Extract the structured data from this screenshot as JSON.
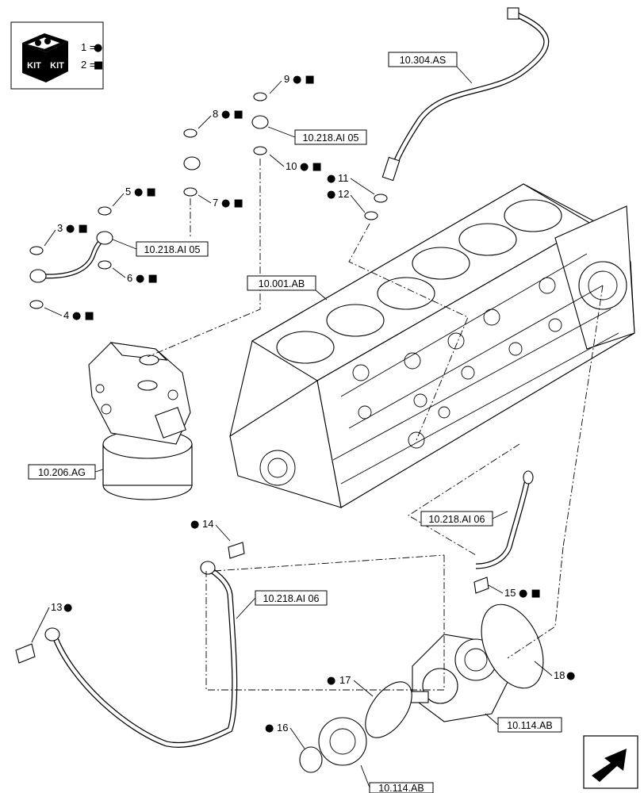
{
  "legend": {
    "kit_text_1": "KIT",
    "kit_text_2": "KIT",
    "entries": [
      {
        "label": "1 =",
        "symbol": "●"
      },
      {
        "label": "2 =",
        "symbol": "■"
      }
    ]
  },
  "references": {
    "r_304_as": "10.304.AS",
    "r_218_ai05_top": "10.218.AI 05",
    "r_218_ai05_mid": "10.218.AI 05",
    "r_001_ab": "10.001.AB",
    "r_206_ag": "10.206.AG",
    "r_218_ai06_right": "10.218.AI 06",
    "r_218_ai06_left": "10.218.AI 06",
    "r_114_ab_right": "10.114.AB",
    "r_114_ab_bottom": "10.114.AB"
  },
  "callouts": {
    "c3": {
      "number": "3",
      "symbols": "● ■"
    },
    "c4": {
      "number": "4",
      "symbols": "● ■"
    },
    "c5": {
      "number": "5",
      "symbols": "● ■"
    },
    "c6": {
      "number": "6",
      "symbols": "● ■"
    },
    "c7": {
      "number": "7",
      "symbols": "● ■"
    },
    "c8": {
      "number": "8",
      "symbols": "● ■"
    },
    "c9": {
      "number": "9",
      "symbols": "● ■"
    },
    "c10": {
      "number": "10",
      "symbols": "● ■"
    },
    "c11": {
      "number": "11",
      "symbols": "●"
    },
    "c12": {
      "number": "12",
      "symbols": "●"
    },
    "c13": {
      "number": "13",
      "symbols": "●"
    },
    "c14": {
      "number": "14",
      "symbols": "●"
    },
    "c15": {
      "number": "15",
      "symbols": "● ■"
    },
    "c16": {
      "number": "16",
      "symbols": "●"
    },
    "c17": {
      "number": "17",
      "symbols": "●"
    },
    "c18": {
      "number": "18",
      "symbols": "●"
    }
  },
  "icons": {
    "kit_box": "kit-box-icon",
    "navigation_arrow": "next-page-arrow-icon"
  }
}
